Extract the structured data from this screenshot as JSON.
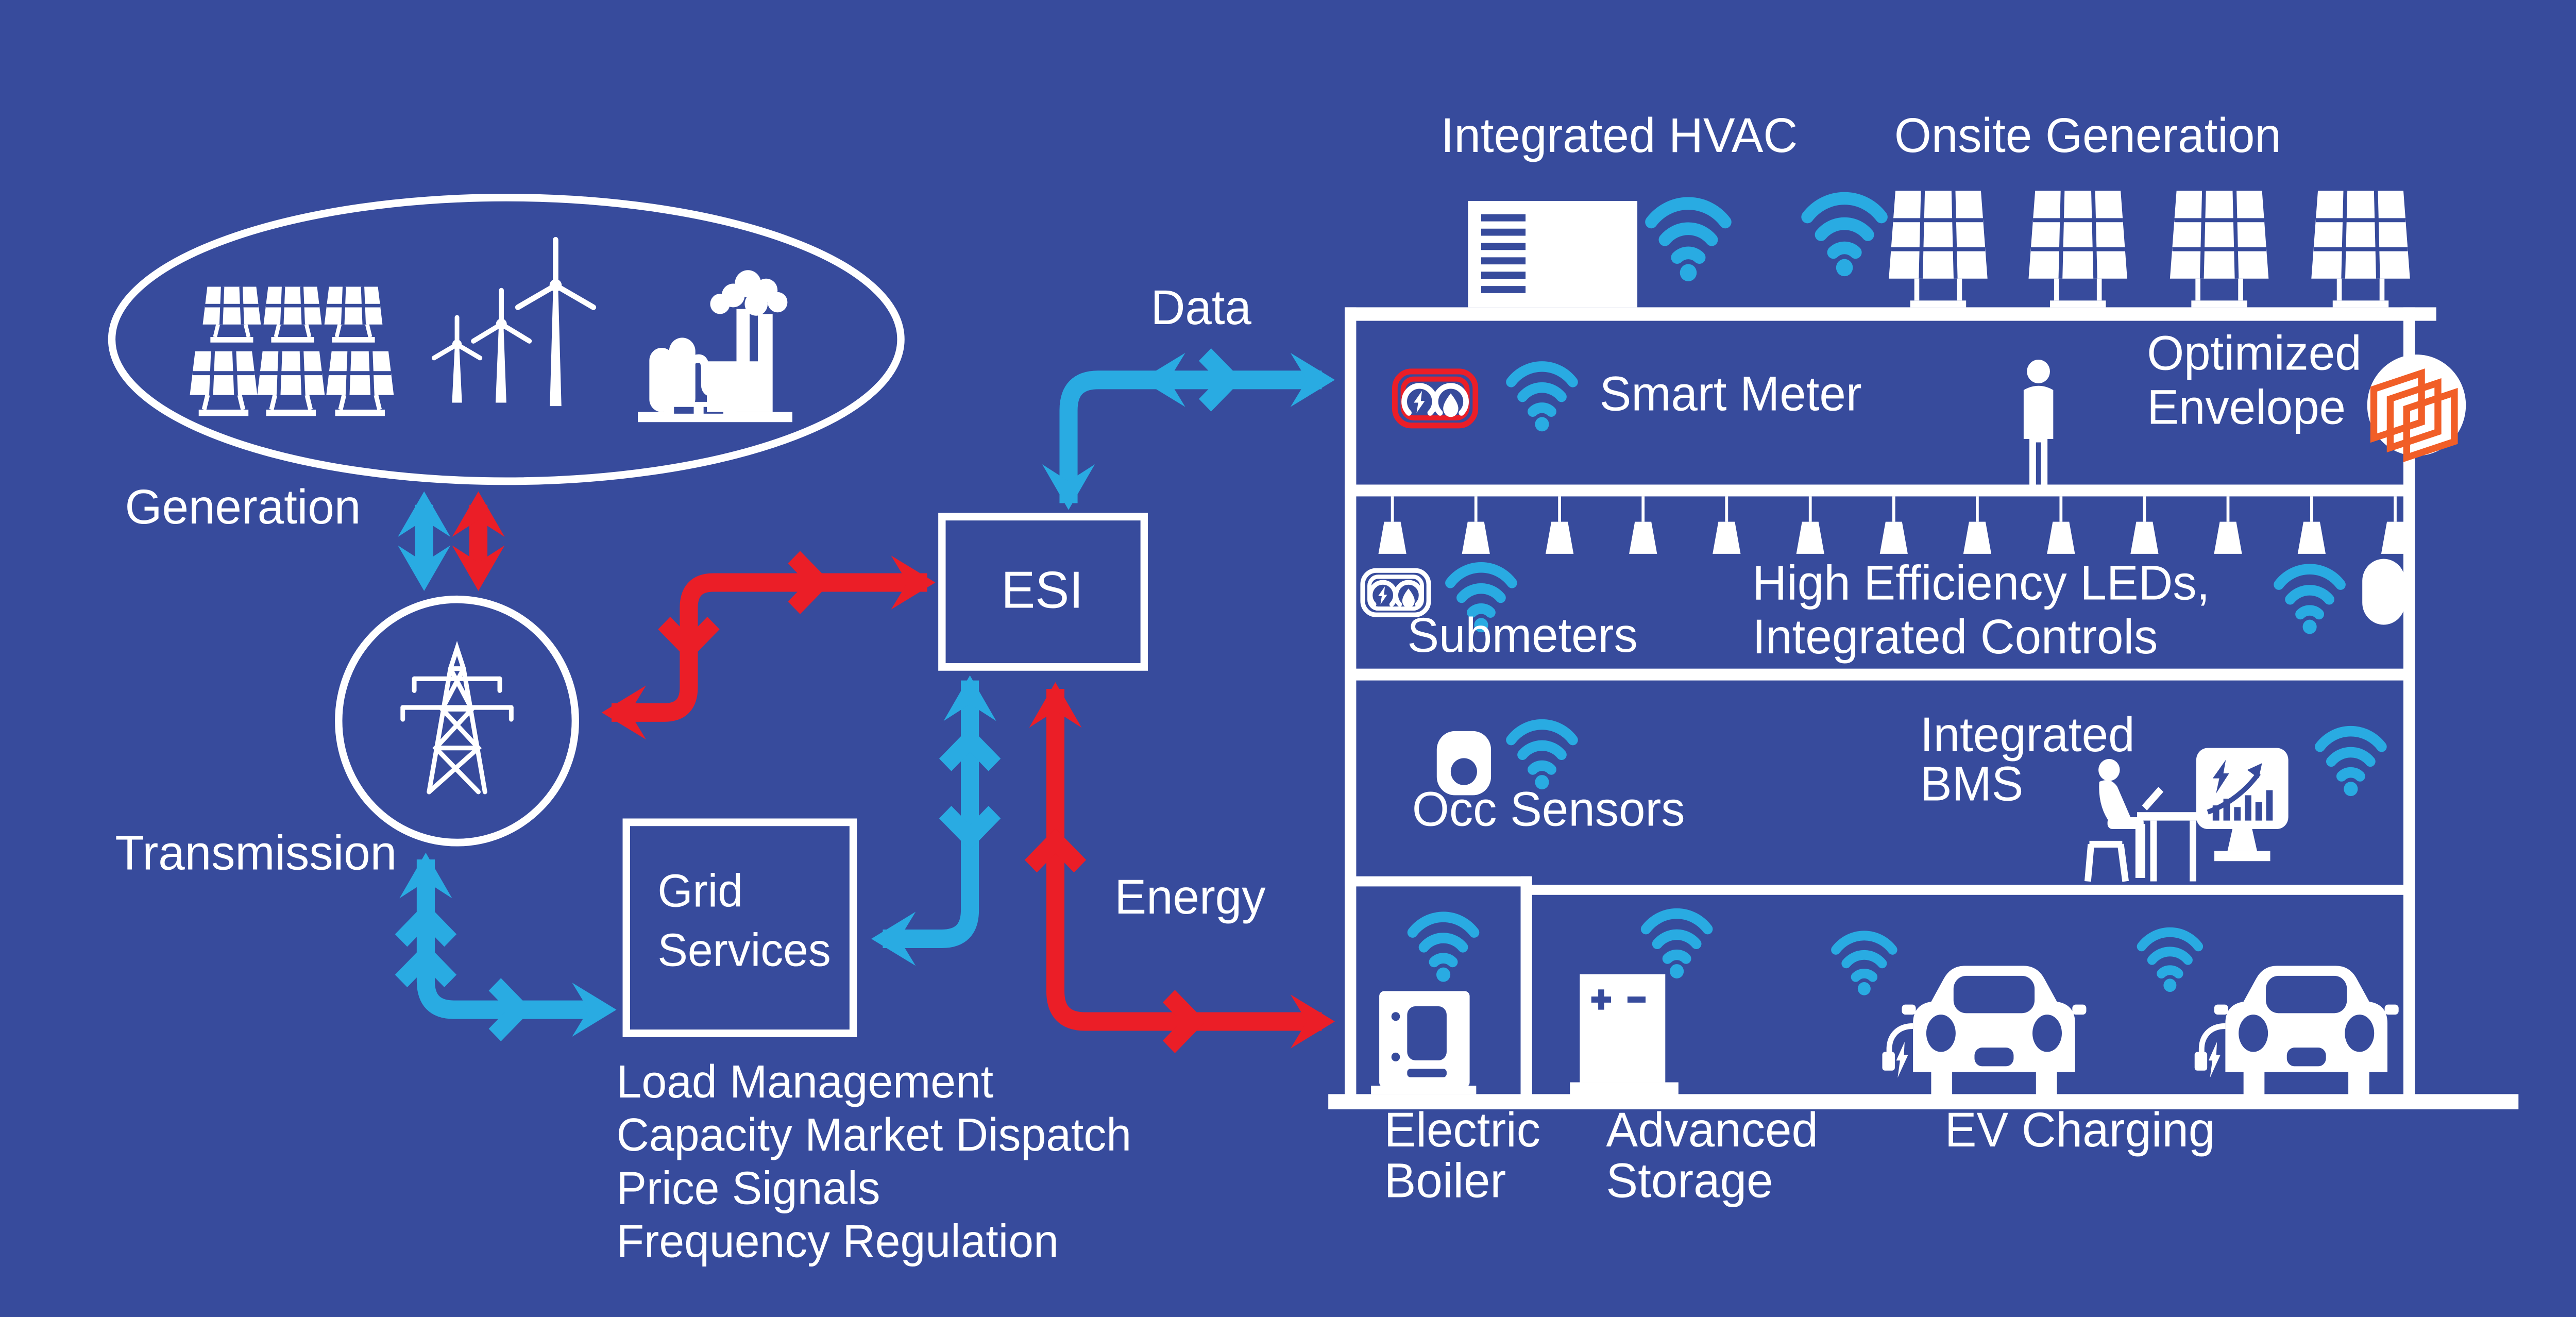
{
  "colors": {
    "background": "#374B9C",
    "line_white": "#FFFFFF",
    "data_blue": "#29ABE2",
    "energy_red": "#EB1E27",
    "envelope_orange": "#F15E27"
  },
  "flows": {
    "data_label": "Data",
    "energy_label": "Energy"
  },
  "grid_side": {
    "generation_label": "Generation",
    "transmission_label": "Transmission",
    "esi_label": "ESI",
    "grid_services_line1": "Grid",
    "grid_services_line2": "Services",
    "grid_services_functions": [
      "Load Management",
      "Capacity Market Dispatch",
      "Price Signals",
      "Frequency Regulation"
    ]
  },
  "building": {
    "roof": {
      "hvac_label": "Integrated HVAC",
      "onsite_generation_label": "Onsite Generation"
    },
    "meter_floor": {
      "smart_meter_label": "Smart Meter",
      "envelope_line1": "Optimized",
      "envelope_line2": "Envelope"
    },
    "lighting_floor": {
      "submeters_label": "Submeters",
      "leds_line1": "High Efficiency LEDs,",
      "leds_line2": "Integrated Controls"
    },
    "bms_floor": {
      "occ_sensors_label": "Occ Sensors",
      "bms_line1": "Integrated",
      "bms_line2": "BMS"
    },
    "ground_floor": {
      "electric_boiler_line1": "Electric",
      "electric_boiler_line2": "Boiler",
      "advanced_storage_line1": "Advanced",
      "advanced_storage_line2": "Storage",
      "ev_charging_label": "EV Charging"
    }
  },
  "icons": {
    "wifi_icon": "wireless-arcs",
    "smart_meter_icon": "dual-gauge meter, red frame",
    "submeter_icon": "dual-gauge meter, white frame",
    "occupancy_sensor_icon": "rounded sensor with lens",
    "optimized_envelope_icon": "layered orange panes in circle",
    "bms_monitor_icon": "monitor with bolt and bar chart",
    "solar_panel_icon": "pv array",
    "wind_turbine_icon": "three turbines",
    "power_plant_icon": "factory with stacks",
    "transmission_tower_icon": "lattice pylon in circle",
    "hvac_unit_icon": "rooftop hvac cabinet",
    "pendant_light_icon": "hanging led fixture",
    "ev_icon": "electric car front",
    "battery_icon": "storage cabinet + -",
    "boiler_icon": "electric boiler cabinet",
    "person_icon": "occupant silhouette"
  }
}
